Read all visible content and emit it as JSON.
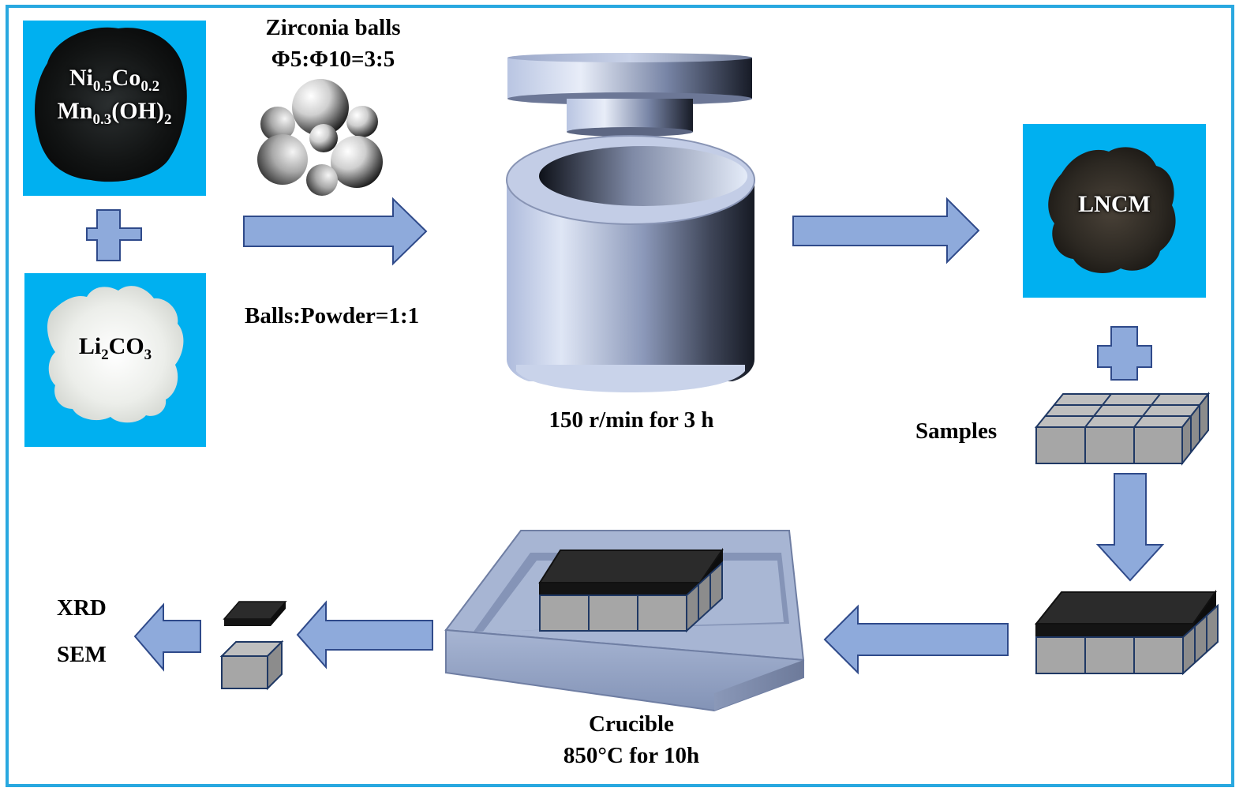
{
  "colors": {
    "border": "#29a8e0",
    "panel_bg": "#00b0f0",
    "arrow_fill": "#8eaadb",
    "arrow_stroke": "#2f4a8a",
    "jar_light": "#d6deef",
    "jar_dark": "#1c2230",
    "cube_face": "#a6a6a6",
    "tray": "#9aa9c8",
    "black_slab": "#1a1a1a"
  },
  "raw_materials": {
    "precursor": {
      "part1_main": "Ni",
      "part1_sub": "0.5",
      "part2_main": "Co",
      "part2_sub": "0.2",
      "part3_main": "Mn",
      "part3_sub": "0.3",
      "part4_main": "(OH)",
      "part4_sub": "2"
    },
    "lithium_source": {
      "part1_main": "Li",
      "part1_sub": "2",
      "part2_main": "CO",
      "part2_sub": "3"
    }
  },
  "milling": {
    "balls_title": "Zirconia balls",
    "balls_ratio": "Φ5:Φ10=3:5",
    "ball_powder_ratio": "Balls:Powder=1:1",
    "speed_time": "150 r/min for 3 h"
  },
  "product": {
    "name": "LNCM"
  },
  "samples": {
    "label": "Samples"
  },
  "sintering": {
    "vessel": "Crucible",
    "condition": "850°C for 10h"
  },
  "characterization": {
    "method1": "XRD",
    "method2": "SEM"
  },
  "icons": [
    "plus-icon",
    "right-arrow-icon",
    "down-arrow-icon",
    "left-arrow-icon",
    "zirconia-balls-icon",
    "ball-mill-jar-icon",
    "sample-cubes-icon",
    "crucible-icon"
  ]
}
